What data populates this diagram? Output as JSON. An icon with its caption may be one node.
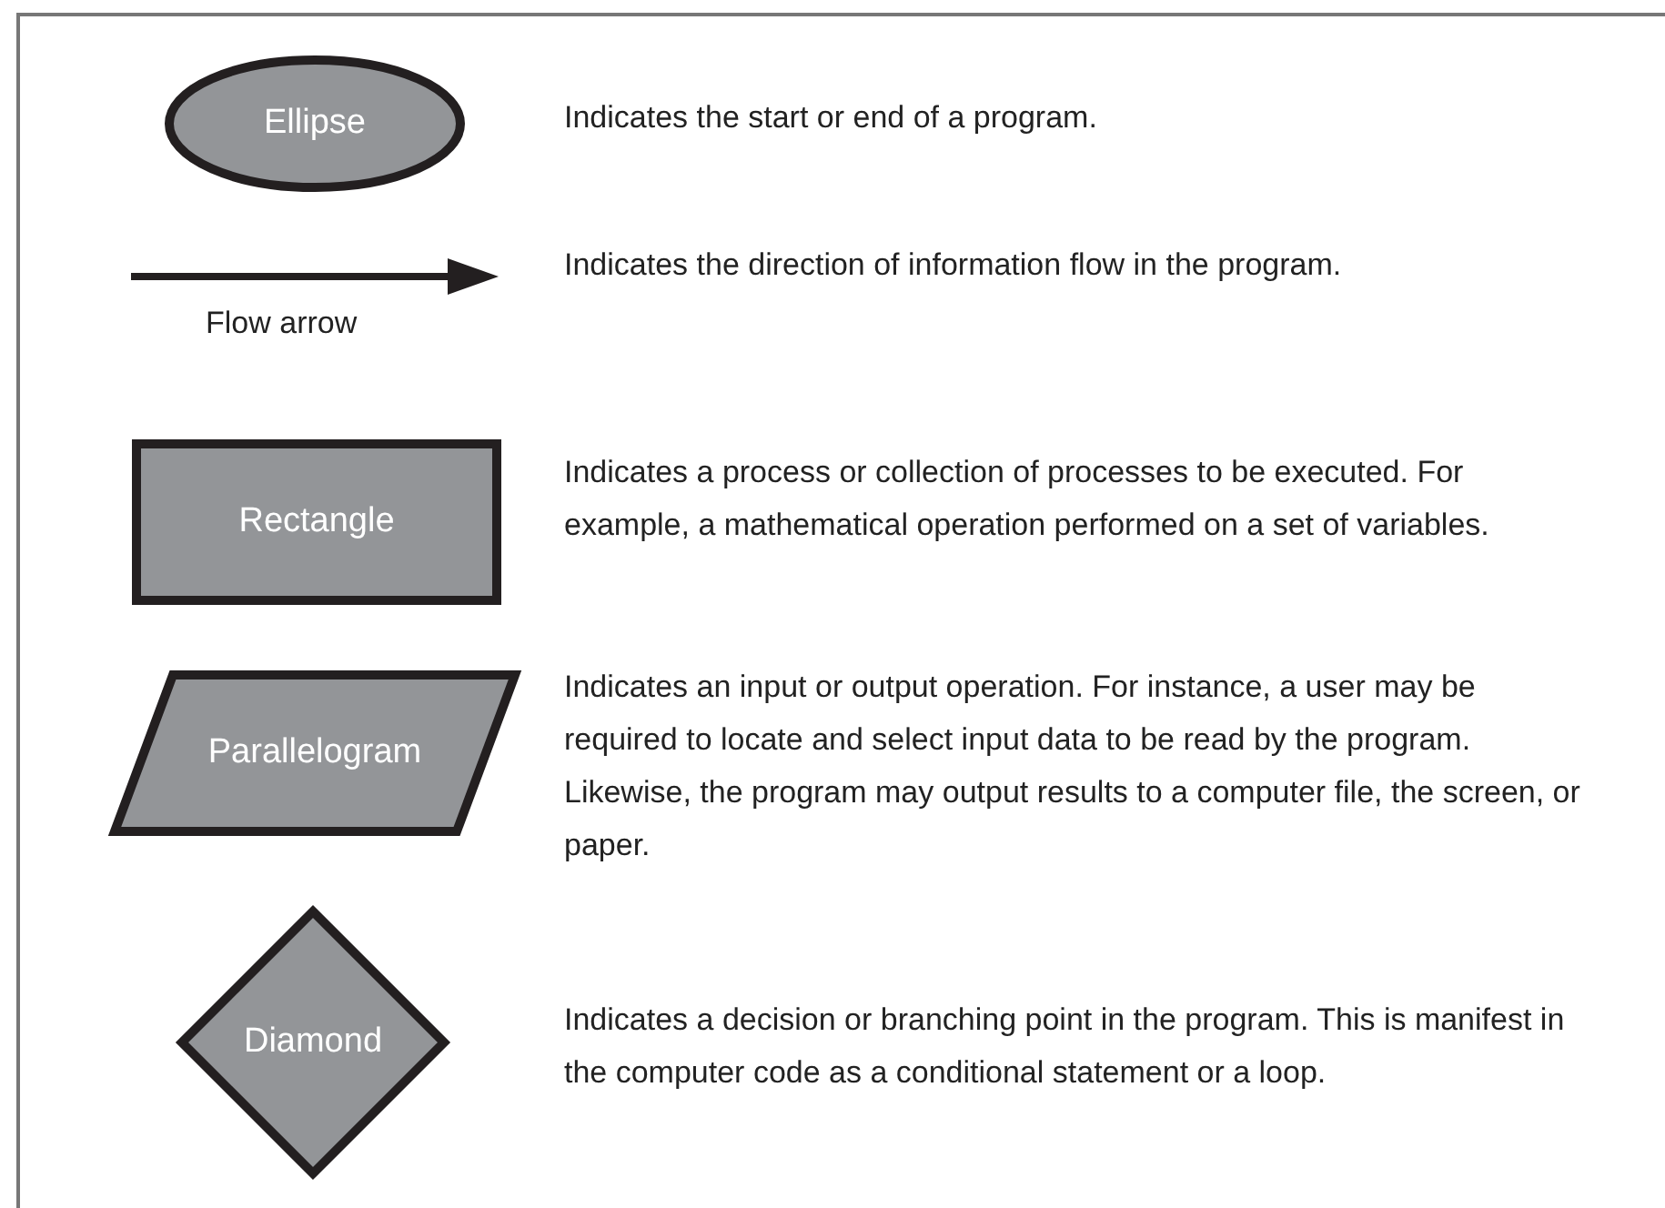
{
  "diagram": {
    "nodes": [
      {
        "text": [
          "Ellipse"
        ],
        "beside": [
          "Indicates the start or end of a program."
        ]
      },
      {
        "text": [
          "Rectangle"
        ],
        "beside": [
          "Indicates a process or collection of processes to be executed. For example, a mathematical operation performed on a set of variables."
        ]
      },
      {
        "text": [
          "Parallelogram"
        ],
        "beside": [
          "Indicates an input or output operation. For instance, a user may be required to locate and select input data to be read by the program. Likewise, the program may output results to a computer file, the screen, or paper."
        ]
      },
      {
        "text": [
          "Diamond"
        ],
        "beside": [
          "Indicates a decision or branching point in the program. This is manifest in the computer code as a conditional statement or a loop."
        ]
      }
    ],
    "labels": [
      "Flow arrow",
      "Indicates the direction of information flow in the program."
    ]
  }
}
